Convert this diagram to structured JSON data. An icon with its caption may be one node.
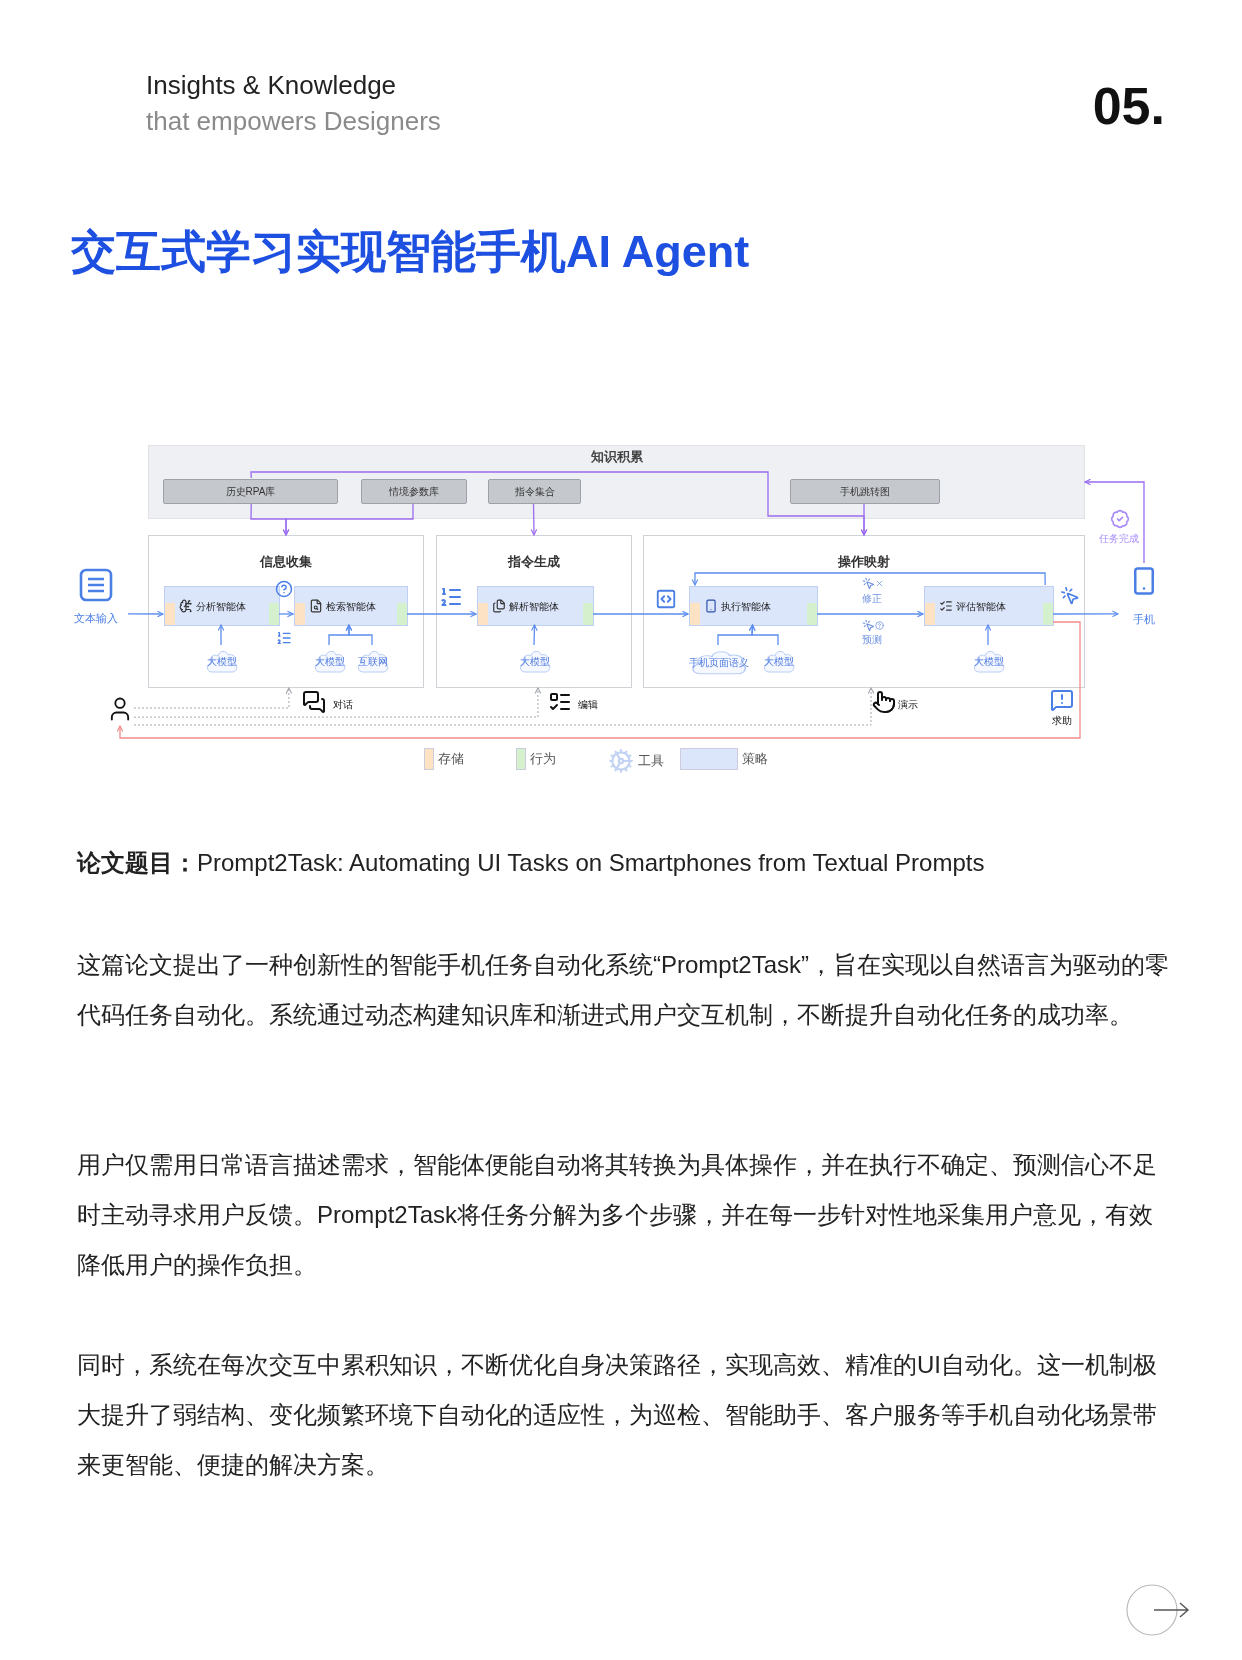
{
  "diagram": {
    "title": "交互式学习实现智能手机AI Agent",
    "nodes": [
      {
        "text": [
          "知识积累"
        ]
      },
      {
        "text": [
          "历史RPA库"
        ],
        "in": 0
      },
      {
        "text": [
          "情境参数库"
        ],
        "in": 0
      },
      {
        "text": [
          "指令集合"
        ],
        "in": 0
      },
      {
        "text": [
          "手机跳转图"
        ],
        "in": 0
      },
      {
        "text": [
          "信息收集"
        ]
      },
      {
        "text": [
          "分析智能体"
        ],
        "in": 5
      },
      {
        "text": [
          "检索智能体"
        ],
        "in": 5
      },
      {
        "text": [
          "大模型"
        ],
        "in": 5
      },
      {
        "text": [
          "大模型"
        ],
        "in": 5
      },
      {
        "text": [
          "互联网"
        ],
        "in": 5
      },
      {
        "text": [
          "指令生成"
        ]
      },
      {
        "text": [
          "解析智能体"
        ],
        "in": 11
      },
      {
        "text": [
          "大模型"
        ],
        "in": 11
      },
      {
        "text": [
          "操作映射"
        ]
      },
      {
        "text": [
          "执行智能体"
        ],
        "in": 14
      },
      {
        "text": [
          "评估智能体"
        ],
        "in": 14
      },
      {
        "text": [
          "手机页面语义"
        ],
        "in": 14
      },
      {
        "text": [
          "大模型"
        ],
        "in": 14
      },
      {
        "text": [
          "大模型"
        ],
        "in": 14
      },
      {
        "text": [
          "文本输入"
        ]
      },
      {
        "text": [
          "手机"
        ]
      },
      {
        "text": [],
        "shape": "person"
      }
    ],
    "edges": [
      {
        "from": 20,
        "to": 6,
        "arrow": "to"
      },
      {
        "from": 6,
        "to": 7,
        "arrow": "to"
      },
      {
        "from": 7,
        "to": 12,
        "arrow": "to"
      },
      {
        "from": 12,
        "to": 15,
        "arrow": "to"
      },
      {
        "from": 15,
        "to": 16,
        "arrow": "to"
      },
      {
        "from": 16,
        "to": 15,
        "arrow": "to"
      },
      {
        "from": 16,
        "to": 21,
        "arrow": "to"
      },
      {
        "from": 21,
        "to": 0,
        "arrow": "to",
        "color": "#9b6cf0"
      },
      {
        "from": 8,
        "to": 6,
        "arrow": "to"
      },
      {
        "from": 9,
        "to": 7,
        "arrow": "to"
      },
      {
        "from": 10,
        "to": 7,
        "arrow": "to"
      },
      {
        "from": 13,
        "to": 12,
        "arrow": "to"
      },
      {
        "from": 17,
        "to": 15,
        "arrow": "to"
      },
      {
        "from": 18,
        "to": 15,
        "arrow": "to"
      },
      {
        "from": 19,
        "to": 16,
        "arrow": "to"
      },
      {
        "from": 1,
        "to": 5,
        "arrow": "to",
        "color": "#9b6cf0"
      },
      {
        "from": 2,
        "to": 5,
        "arrow": "to",
        "color": "#9b6cf0"
      },
      {
        "from": 3,
        "to": 11,
        "arrow": "to",
        "color": "#9b6cf0"
      },
      {
        "from": 1,
        "to": 14,
        "arrow": "to",
        "color": "#9b6cf0"
      },
      {
        "from": 4,
        "to": 14,
        "arrow": "to",
        "color": "#9b6cf0"
      },
      {
        "from": 16,
        "to": 22,
        "arrow": "to",
        "color": "#f08a8a"
      },
      {
        "from": 22,
        "to": 5,
        "arrow": "to",
        "style": "dashed",
        "color": "#a3a7ad"
      },
      {
        "from": 22,
        "to": 11,
        "arrow": "to",
        "style": "dashed",
        "color": "#a3a7ad"
      },
      {
        "from": 22,
        "to": 14,
        "arrow": "to",
        "style": "dashed",
        "color": "#a3a7ad"
      }
    ],
    "labels": [
      "Insights & Knowledge",
      "that empowers Designers",
      "05.",
      "任务完成",
      "修正",
      "预测",
      "对话",
      "编辑",
      "演示",
      "求助",
      "**论文题目：**Prompt2Task: Automating UI Tasks on Smartphones from Textual Prompts",
      "这篇论文提出了一种创新性的智能手机任务自动化系统“Prompt2Task”，旨在实现以自然语言为驱动的零代码任务自动化。系统通过动态构建知识库和渐进式用户交互机制，不断提升自动化任务的成功率。",
      "用户仅需用日常语言描述需求，智能体便能自动将其转换为具体操作，并在执行不确定、预测信心不足时主动寻求用户反馈。Prompt2Task将任务分解为多个步骤，并在每一步针对性地采集用户意见，有效降低用户的操作负担。",
      "同时，系统在每次交互中累积知识，不断优化自身决策路径，实现高效、精准的UI自动化。这一机制极大提升了弱结构、变化频繁环境下自动化的适应性，为巡检、智能助手、客户服务等手机自动化场景带来更智能、便捷的解决方案。"
    ],
    "legend": [
      {
        "text": "存储",
        "color": "#fde2c4"
      },
      {
        "text": "行为",
        "color": "#d5f0cd"
      },
      {
        "text": "工具"
      },
      {
        "text": "策略",
        "color": "#dbe6fb"
      }
    ]
  }
}
